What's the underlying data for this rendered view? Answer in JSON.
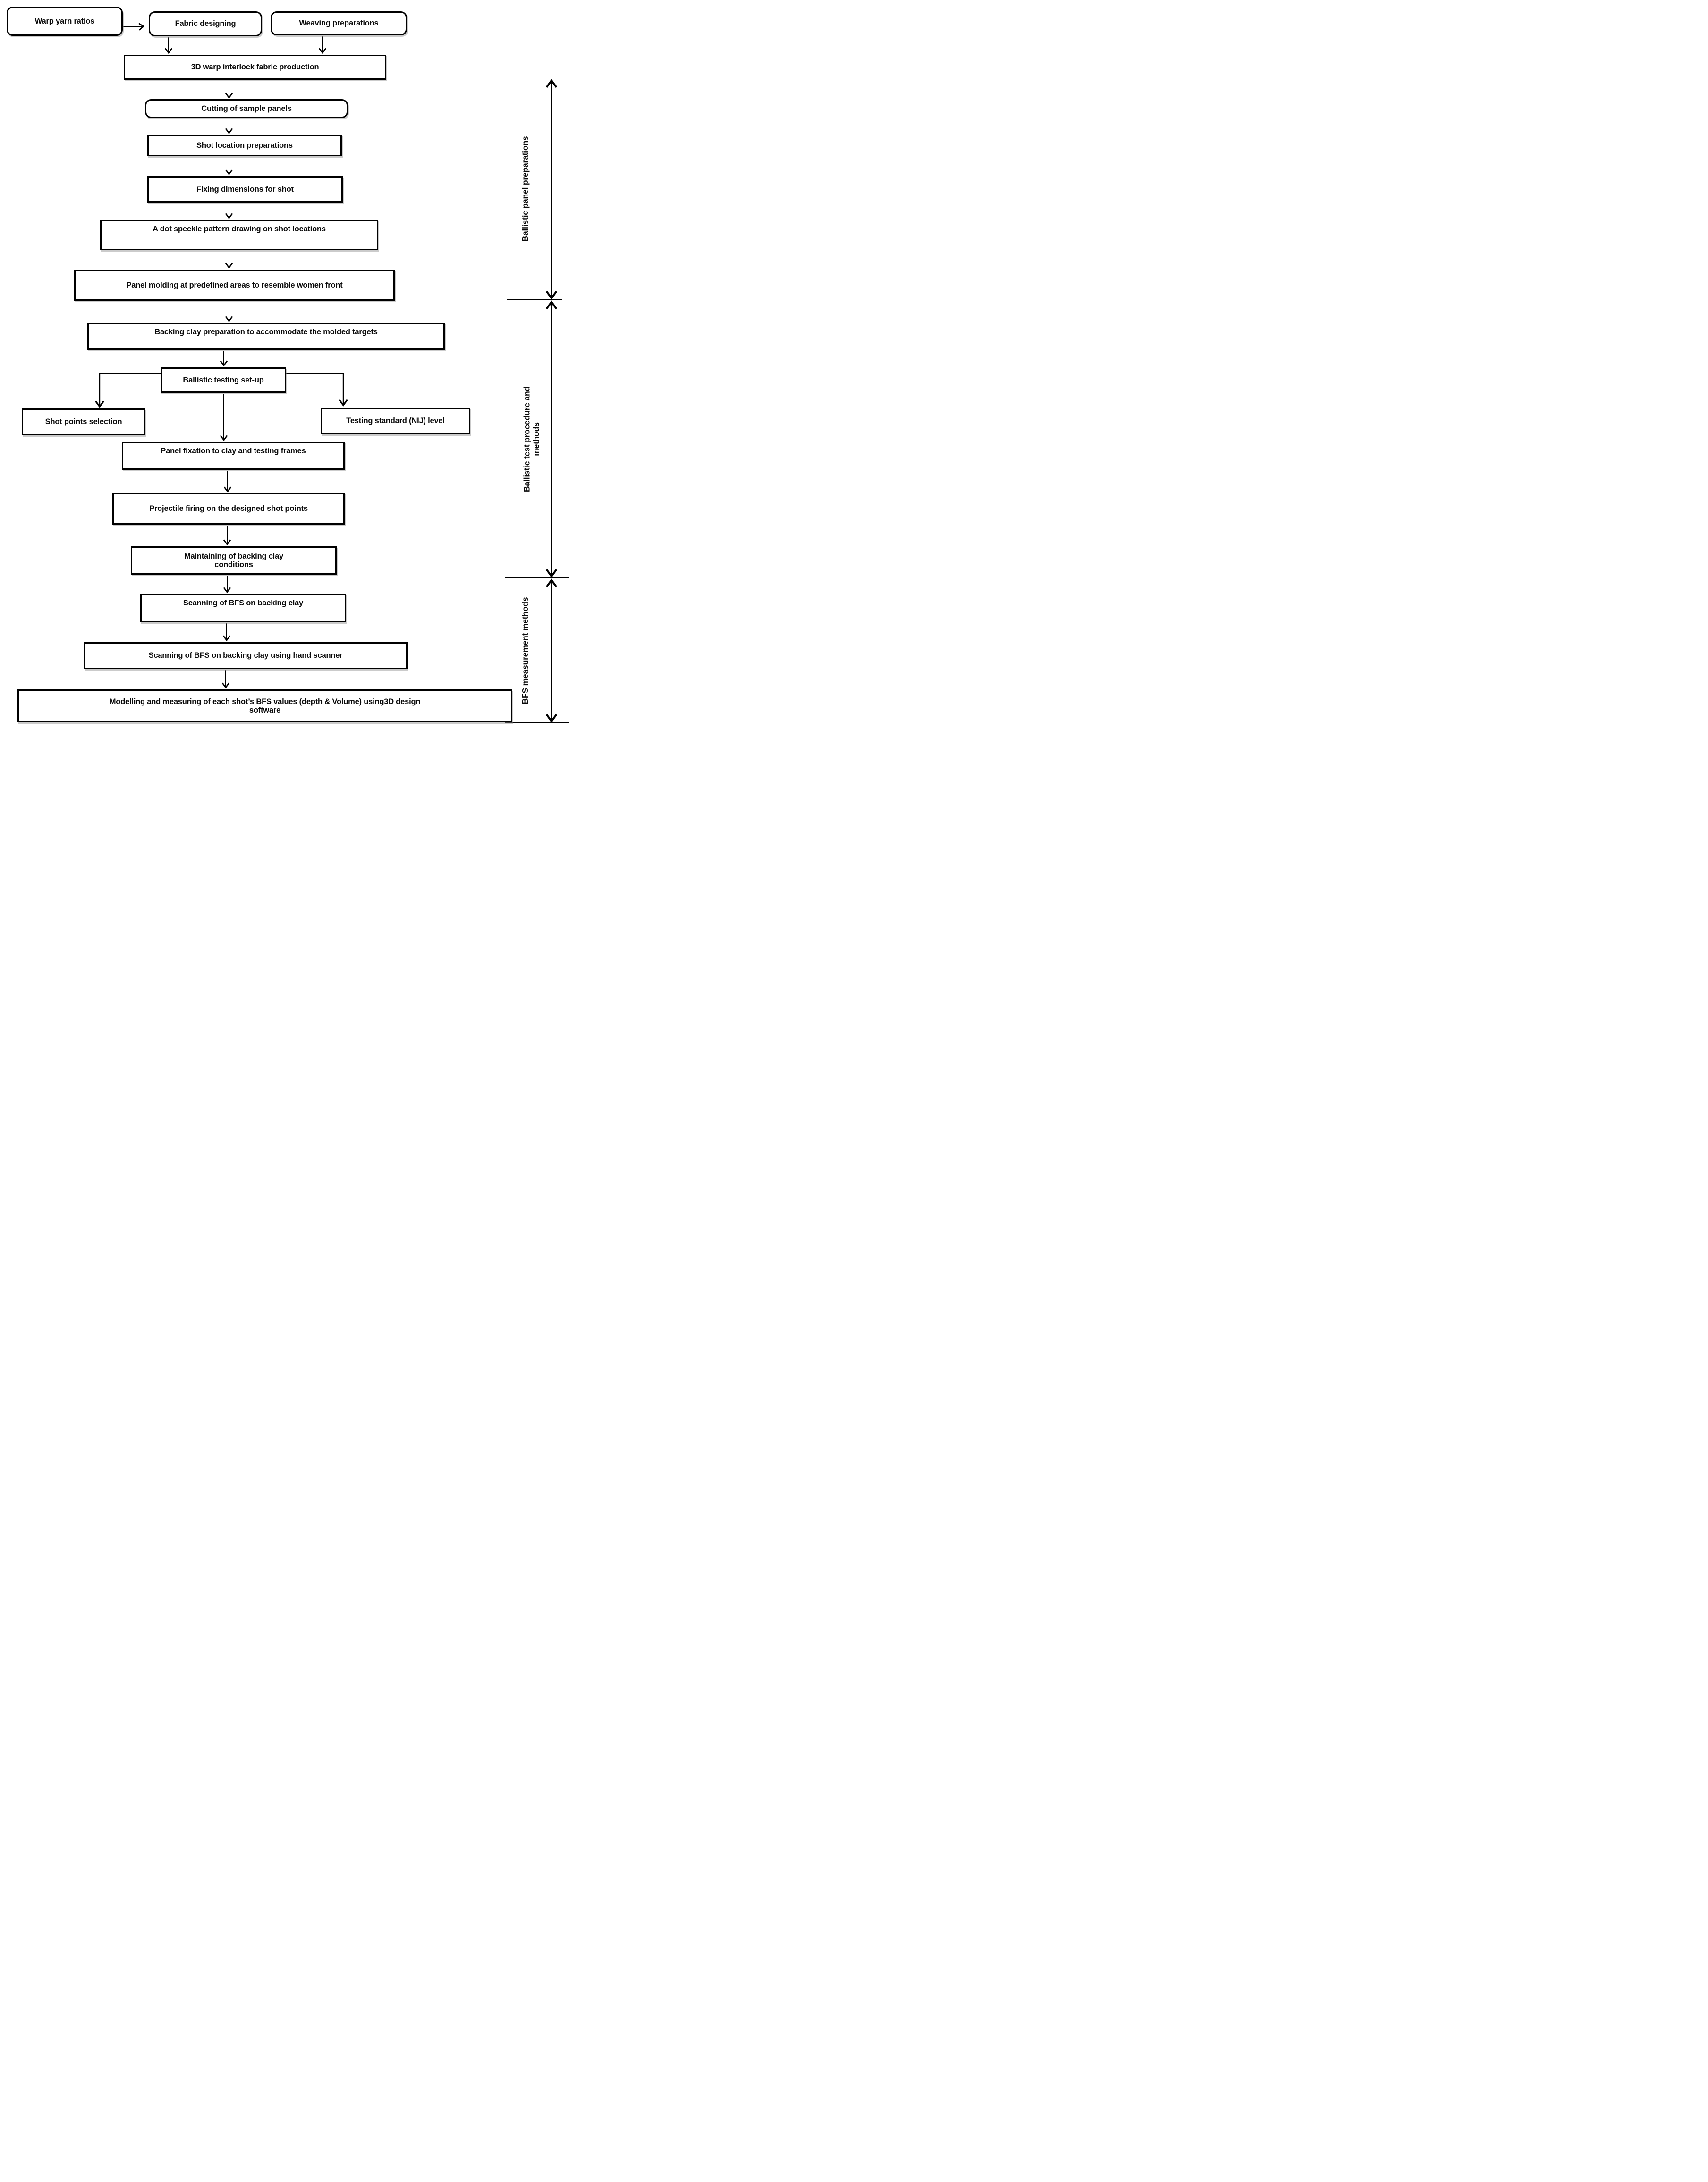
{
  "diagram": {
    "title": "Ballistic panel preparation, testing and BFS measurement flowchart",
    "colors": {
      "ink": "#000000",
      "box_fill": "#ffffff",
      "shadow": "#8c8c8c"
    },
    "nodes": [
      {
        "id": "warp-yarn-ratios",
        "label": "Warp yarn ratios"
      },
      {
        "id": "fabric-designing",
        "label": "Fabric designing"
      },
      {
        "id": "weaving-preparations",
        "label": "Weaving preparations"
      },
      {
        "id": "3d-warp-interlock-fabric-production",
        "label": "3D warp interlock fabric production"
      },
      {
        "id": "cutting-of-sample-panels",
        "label": "Cutting of sample panels"
      },
      {
        "id": "shot-location-preparations",
        "label": "Shot location preparations"
      },
      {
        "id": "fixing-dimensions-for-shot",
        "label": "Fixing dimensions for shot"
      },
      {
        "id": "dot-speckle-pattern",
        "label": "A dot speckle pattern drawing on shot locations"
      },
      {
        "id": "panel-molding",
        "label": "Panel molding at predefined areas to resemble women front"
      },
      {
        "id": "backing-clay-preparation",
        "label": "Backing clay preparation to accommodate the molded targets"
      },
      {
        "id": "ballistic-testing-setup",
        "label": "Ballistic testing set-up"
      },
      {
        "id": "shot-points-selection",
        "label": "Shot points selection"
      },
      {
        "id": "testing-standard-nij-level",
        "label": "Testing standard (NIJ) level"
      },
      {
        "id": "panel-fixation",
        "label": "Panel fixation to clay and testing frames"
      },
      {
        "id": "projectile-firing",
        "label": "Projectile firing on the designed shot points"
      },
      {
        "id": "maintaining-backing-clay",
        "label": "Maintaining of backing clay conditions"
      },
      {
        "id": "scanning-bfs",
        "label": "Scanning of BFS on backing clay"
      },
      {
        "id": "scanning-bfs-hand-scanner",
        "label": "Scanning of BFS on backing clay using hand scanner"
      },
      {
        "id": "modelling-measuring-bfs",
        "label": "Modelling and measuring of each shot’s BFS values (depth & Volume) using3D design software"
      }
    ],
    "edges": [
      {
        "from": "warp-yarn-ratios",
        "to": "fabric-designing",
        "style": "solid"
      },
      {
        "from": "fabric-designing",
        "to": "3d-warp-interlock-fabric-production",
        "style": "solid"
      },
      {
        "from": "weaving-preparations",
        "to": "3d-warp-interlock-fabric-production",
        "style": "solid"
      },
      {
        "from": "3d-warp-interlock-fabric-production",
        "to": "cutting-of-sample-panels",
        "style": "solid"
      },
      {
        "from": "cutting-of-sample-panels",
        "to": "shot-location-preparations",
        "style": "solid"
      },
      {
        "from": "shot-location-preparations",
        "to": "fixing-dimensions-for-shot",
        "style": "solid"
      },
      {
        "from": "fixing-dimensions-for-shot",
        "to": "dot-speckle-pattern",
        "style": "solid"
      },
      {
        "from": "dot-speckle-pattern",
        "to": "panel-molding",
        "style": "solid"
      },
      {
        "from": "panel-molding",
        "to": "backing-clay-preparation",
        "style": "dashed"
      },
      {
        "from": "backing-clay-preparation",
        "to": "ballistic-testing-setup",
        "style": "solid"
      },
      {
        "from": "ballistic-testing-setup",
        "to": "shot-points-selection",
        "style": "elbow"
      },
      {
        "from": "ballistic-testing-setup",
        "to": "testing-standard-nij-level",
        "style": "elbow"
      },
      {
        "from": "ballistic-testing-setup",
        "to": "panel-fixation",
        "style": "solid"
      },
      {
        "from": "panel-fixation",
        "to": "projectile-firing",
        "style": "solid"
      },
      {
        "from": "projectile-firing",
        "to": "maintaining-backing-clay",
        "style": "solid"
      },
      {
        "from": "maintaining-backing-clay",
        "to": "scanning-bfs",
        "style": "solid"
      },
      {
        "from": "scanning-bfs",
        "to": "scanning-bfs-hand-scanner",
        "style": "solid"
      },
      {
        "from": "scanning-bfs-hand-scanner",
        "to": "modelling-measuring-bfs",
        "style": "solid"
      }
    ],
    "sections": [
      {
        "label": "Ballistic panel preparations"
      },
      {
        "label": "Ballistic test procedure and methods"
      },
      {
        "label": "BFS measurement methods"
      }
    ]
  }
}
